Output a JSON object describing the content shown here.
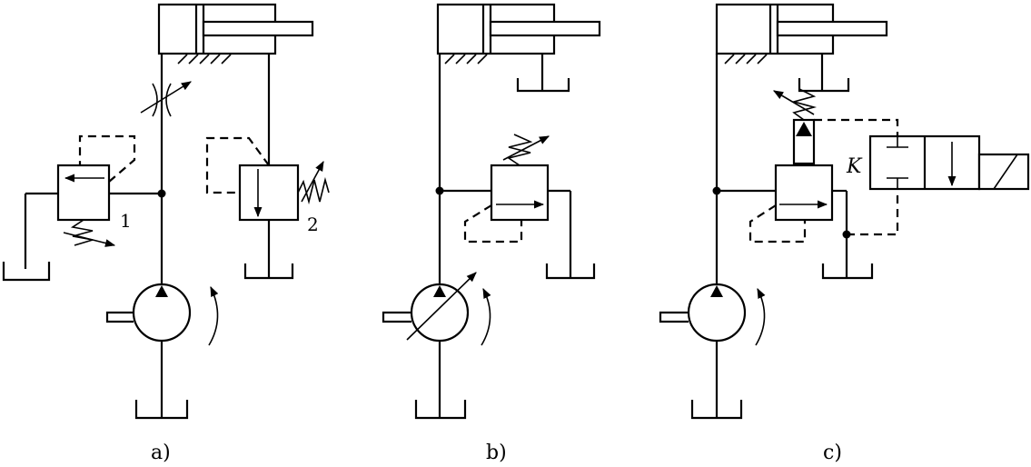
{
  "panels": [
    {
      "caption": "a)",
      "labels": [
        "1",
        "2"
      ]
    },
    {
      "caption": "b)",
      "labels": []
    },
    {
      "caption": "c)",
      "labels": [
        "K"
      ]
    }
  ],
  "colors": {
    "ink": "#000000",
    "background": "#ffffff"
  }
}
